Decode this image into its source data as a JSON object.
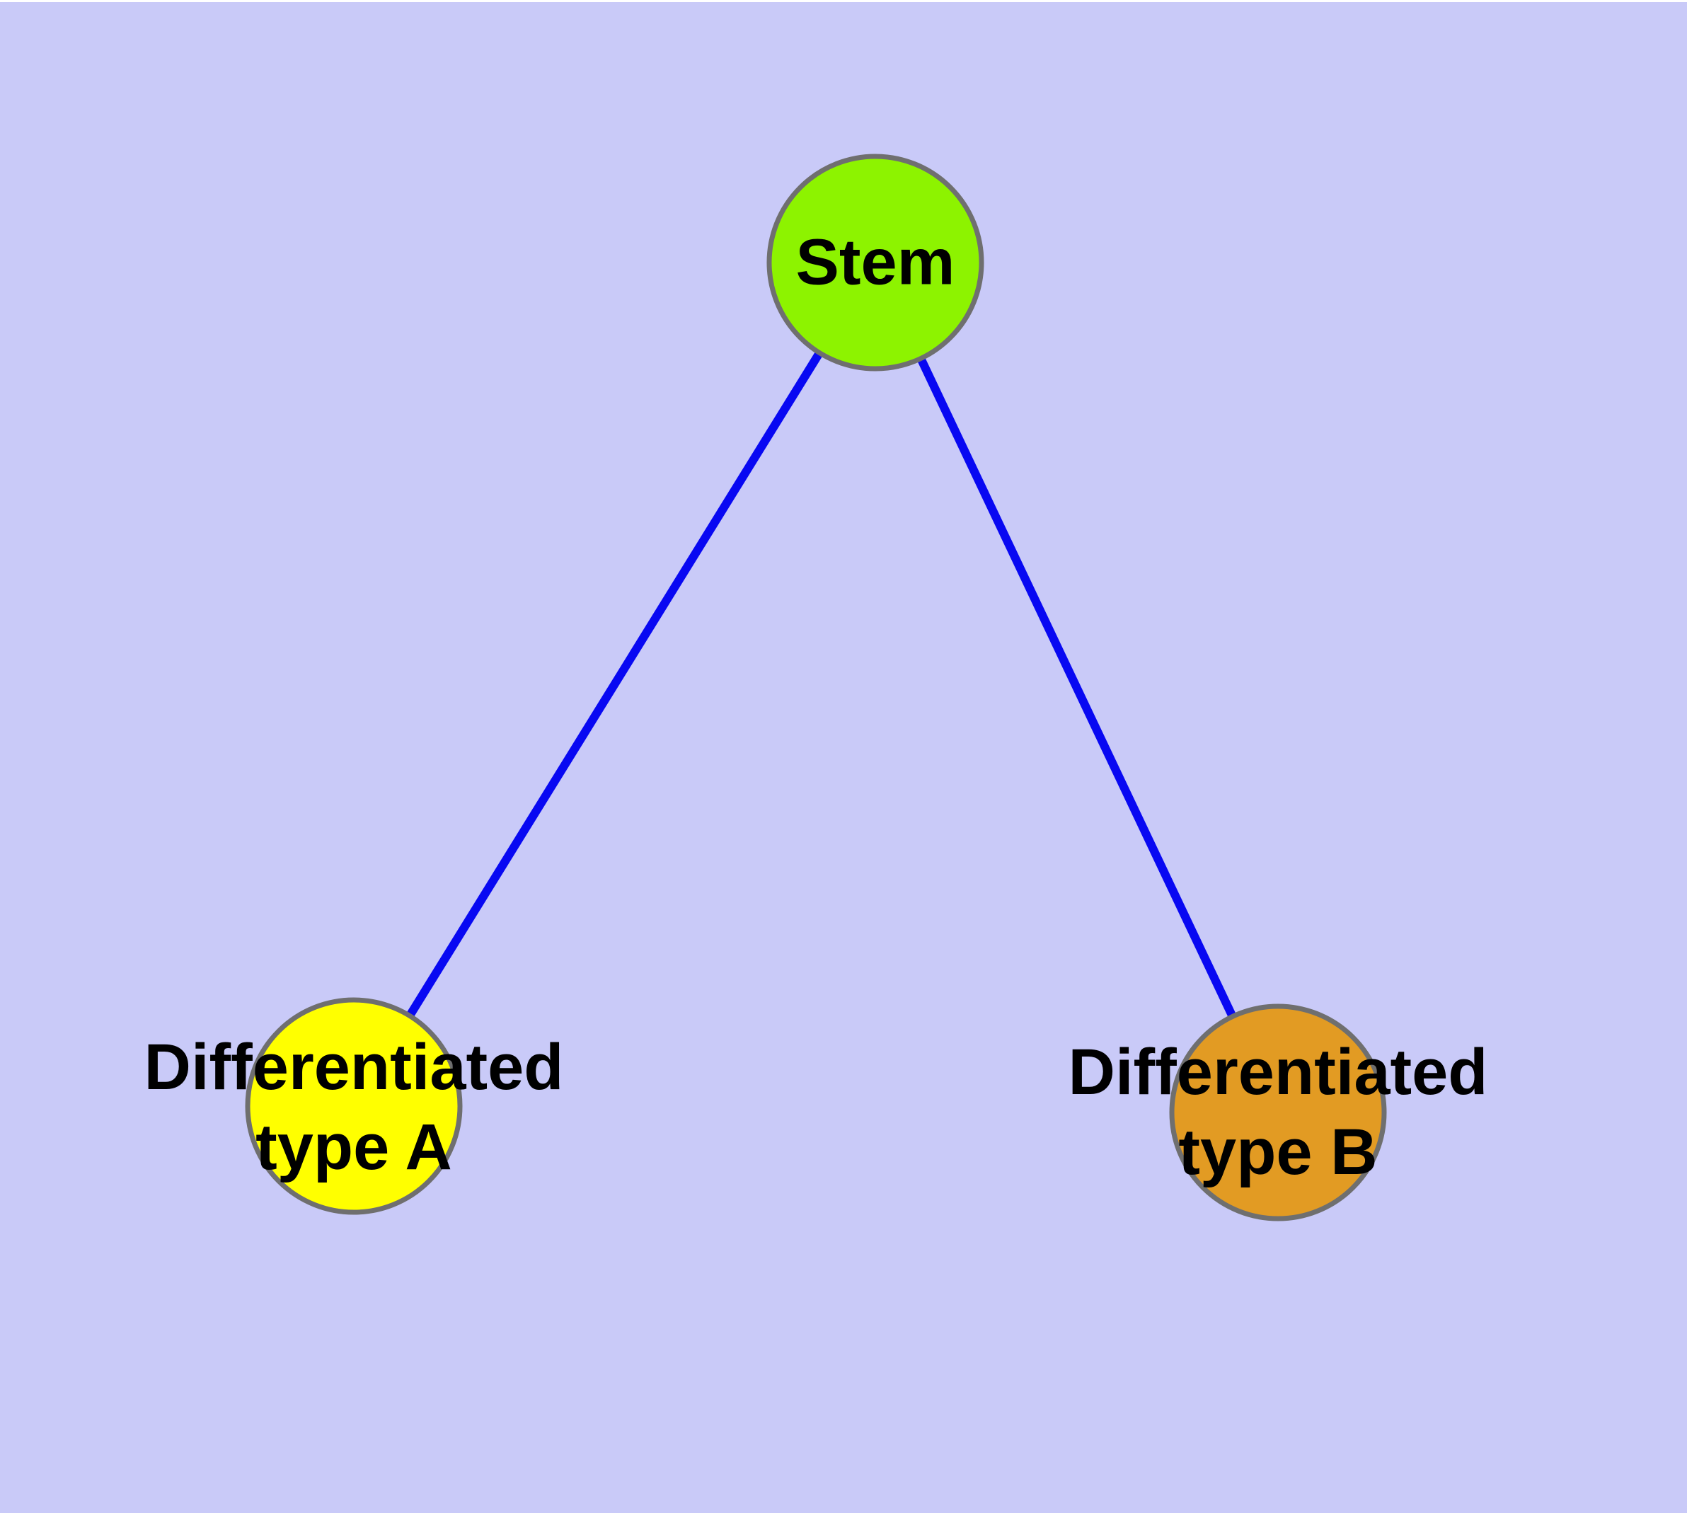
{
  "diagram": {
    "type": "node-link-graph",
    "style": {
      "background_color": "#C9CAF8",
      "edge_color": "#0808F2",
      "node_border_color": "#6F6F6F",
      "label_color": "#000000"
    },
    "nodes": [
      {
        "id": "stem",
        "label": "Stem",
        "fill_color": "#8DF300"
      },
      {
        "id": "differentiated-type-a",
        "label_line1": "Differentiated",
        "label_line2": "type A",
        "fill_color": "#FFFF00"
      },
      {
        "id": "differentiated-type-b",
        "label_line1": "Differentiated",
        "label_line2": "type B",
        "fill_color": "#E29B23"
      }
    ],
    "edges": [
      {
        "from": "stem",
        "to": "differentiated-type-a"
      },
      {
        "from": "stem",
        "to": "differentiated-type-b"
      }
    ]
  }
}
